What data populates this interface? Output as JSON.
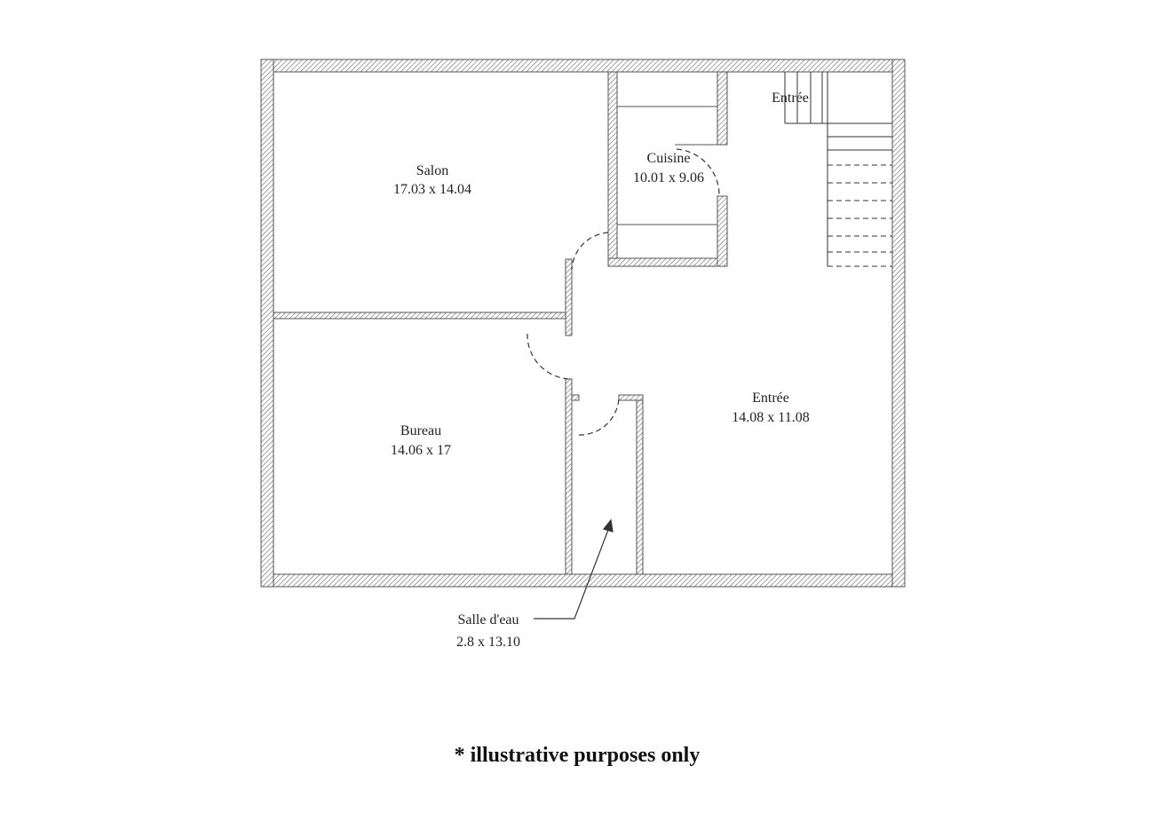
{
  "rooms": {
    "salon": {
      "name": "Salon",
      "dims": "17.03 x 14.04"
    },
    "cuisine": {
      "name": "Cuisine",
      "dims": "10.01 x 9.06"
    },
    "entree_top": {
      "name": "Entrée"
    },
    "entree": {
      "name": "Entrée",
      "dims": "14.08 x 11.08"
    },
    "bureau": {
      "name": "Bureau",
      "dims": "14.06 x 17"
    },
    "salle_deau": {
      "name": "Salle d'eau",
      "dims": "2.8 x 13.10"
    }
  },
  "footnote": "* illustrative purposes only",
  "colors": {
    "wall_stroke": "#555555",
    "hatch": "#7a7a7a",
    "text": "#222222"
  }
}
